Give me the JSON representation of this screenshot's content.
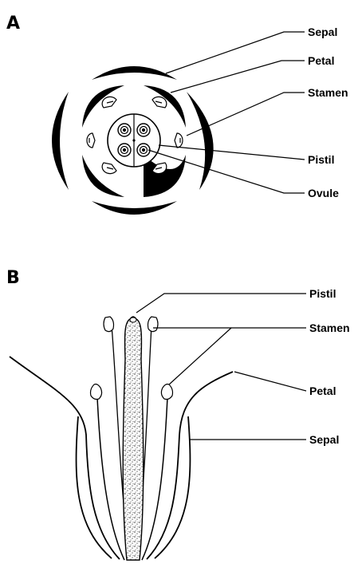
{
  "panel_a": {
    "letter": "A",
    "labels": {
      "sepal": "Sepal",
      "petal": "Petal",
      "stamen": "Stamen",
      "pistil": "Pistil",
      "ovule": "Ovule"
    }
  },
  "panel_b": {
    "letter": "B",
    "labels": {
      "pistil": "Pistil",
      "stamen": "Stamen",
      "petal": "Petal",
      "sepal": "Sepal"
    }
  }
}
